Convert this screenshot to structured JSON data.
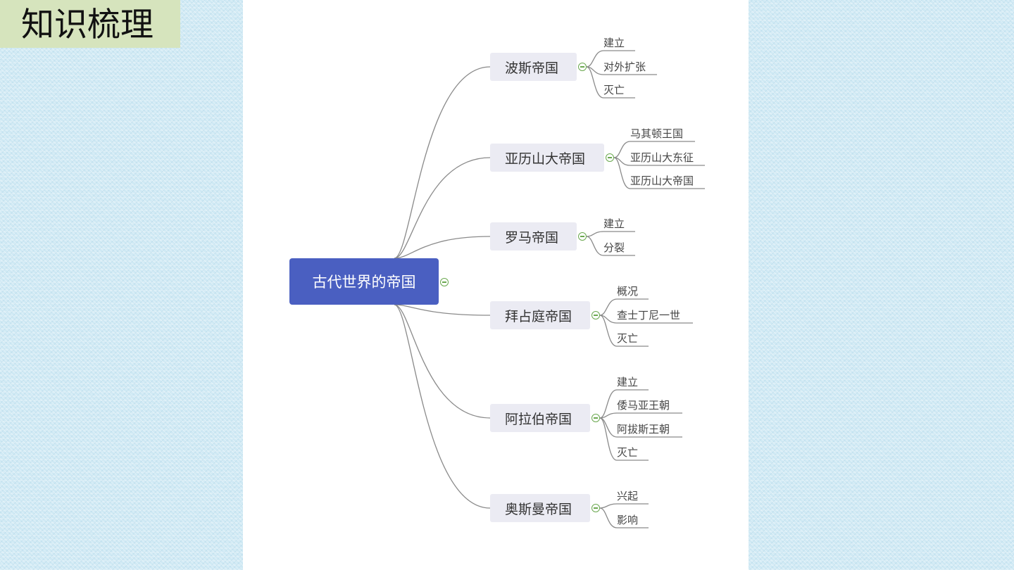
{
  "slide": {
    "title": "知识梳理"
  },
  "mindmap": {
    "root": {
      "label": "古代世界的帝国"
    },
    "branches": [
      {
        "label": "波斯帝国",
        "children": [
          "建立",
          "对外扩张",
          "灭亡"
        ]
      },
      {
        "label": "亚历山大帝国",
        "children": [
          "马其顿王国",
          "亚历山大东征",
          "亚历山大帝国"
        ]
      },
      {
        "label": "罗马帝国",
        "children": [
          "建立",
          "分裂"
        ]
      },
      {
        "label": "拜占庭帝国",
        "children": [
          "概况",
          "查士丁尼一世",
          "灭亡"
        ]
      },
      {
        "label": "阿拉伯帝国",
        "children": [
          "建立",
          "倭马亚王朝",
          "阿拔斯王朝",
          "灭亡"
        ]
      },
      {
        "label": "奥斯曼帝国",
        "children": [
          "兴起",
          "影响"
        ]
      }
    ]
  },
  "colors": {
    "root_fill": "#4a5fc1",
    "branch_fill": "#ebebf3",
    "connector": "#8a8a8a",
    "toggle": "#6aa84f",
    "title_box": "#d6e4bd",
    "background": "#cfe9f4"
  },
  "icons": {
    "collapse_toggle": "minus-circle-icon"
  }
}
